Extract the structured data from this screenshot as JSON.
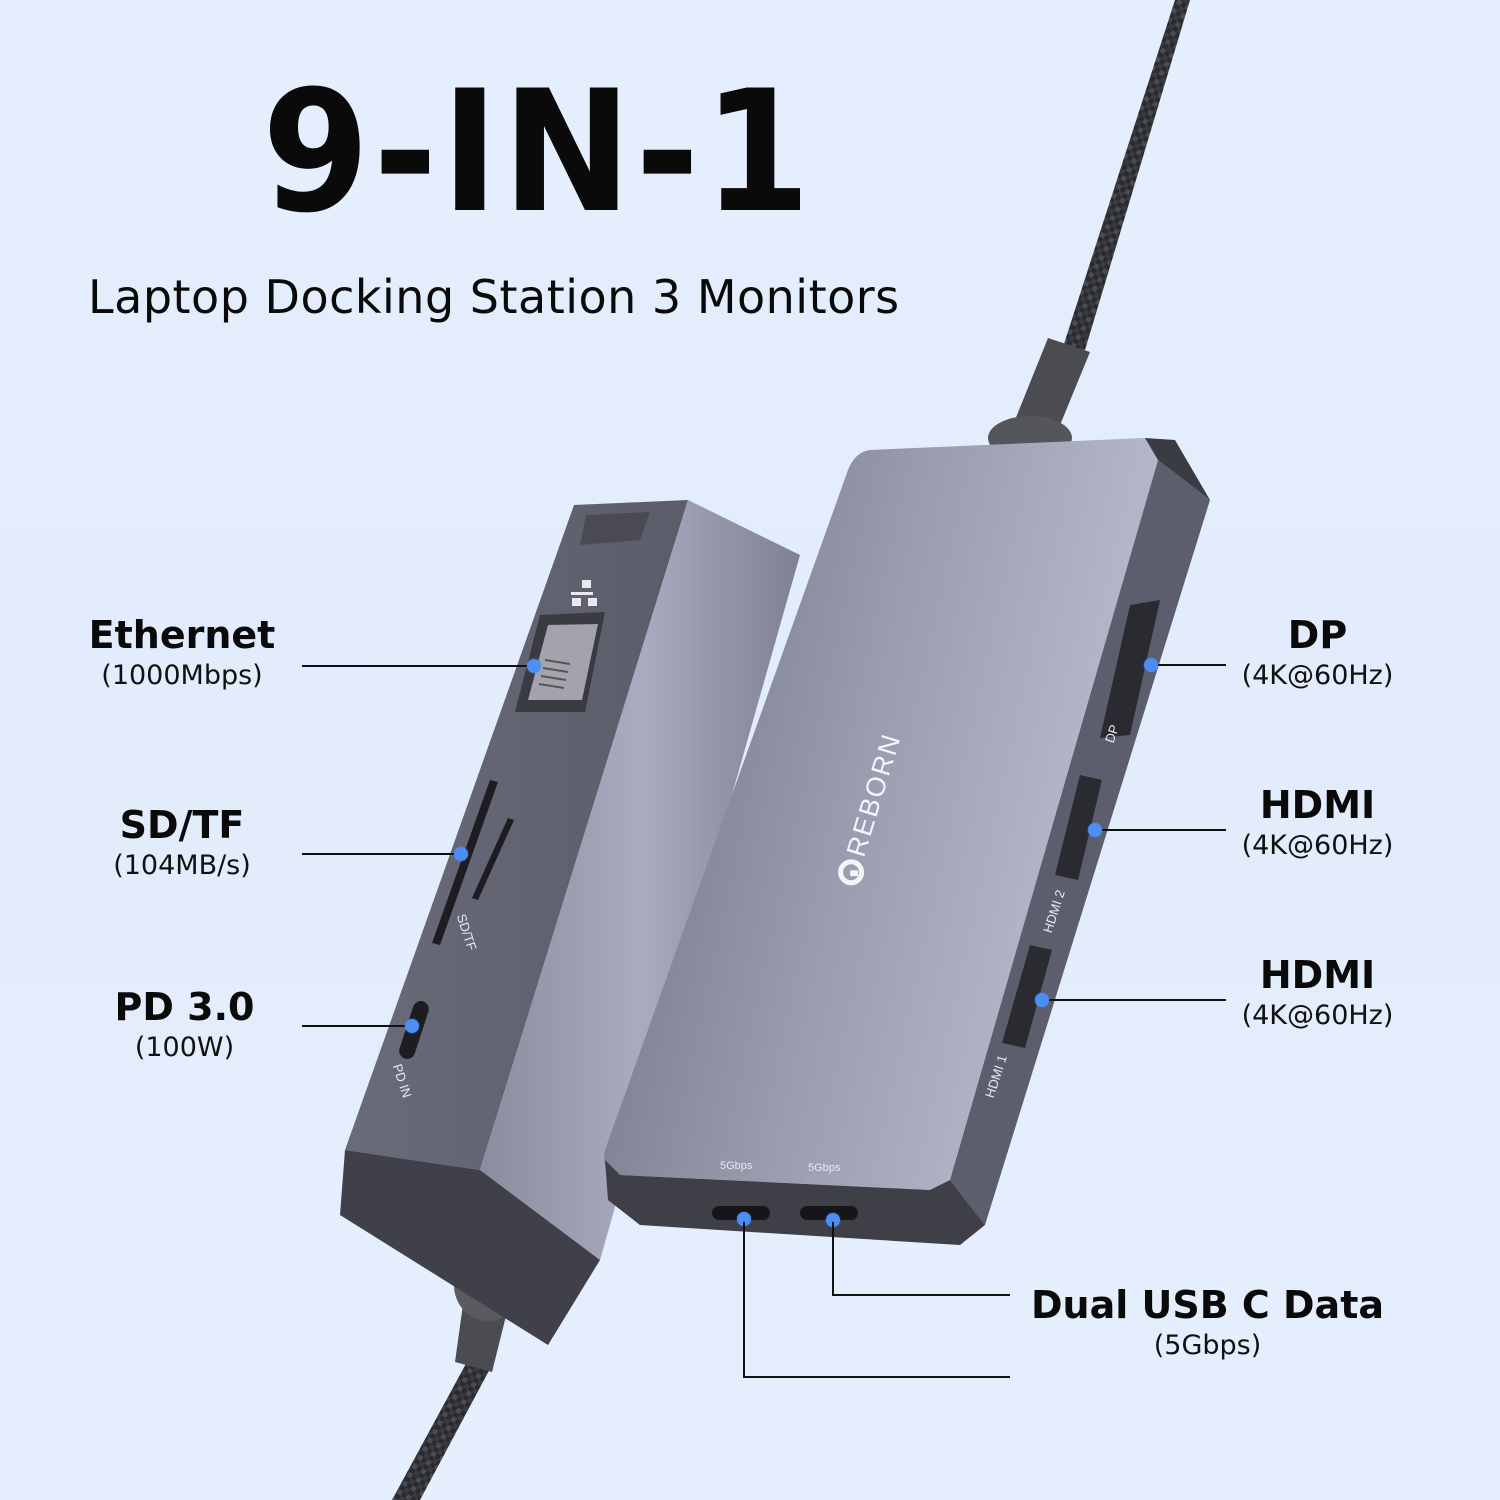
{
  "header": {
    "headline": "9-IN-1",
    "subtitle": "Laptop Docking Station 3 Monitors"
  },
  "product": {
    "brand": "REBORN",
    "port_labels": {
      "sd_tf": "SD/TF",
      "pd_in": "PD IN",
      "dp": "DP",
      "hdmi2": "HDMI 2",
      "hdmi1": "HDMI 1",
      "usbc_a": "5Gbps",
      "usbc_b": "5Gbps"
    },
    "colors": {
      "body_light": "#a7a9bd",
      "body_dark": "#6f7081",
      "edge": "#4a4b57",
      "cable": "#2b2c30",
      "accent_dot": "#4d8ef5",
      "background": "#e4eefd"
    }
  },
  "callouts": {
    "left": [
      {
        "name": "Ethernet",
        "spec": "(1000Mbps)"
      },
      {
        "name": "SD/TF",
        "spec": "(104MB/s)"
      },
      {
        "name": "PD 3.0",
        "spec": "(100W)"
      }
    ],
    "right": [
      {
        "name": "DP",
        "spec": "(4K@60Hz)"
      },
      {
        "name": "HDMI",
        "spec": "(4K@60Hz)"
      },
      {
        "name": "HDMI",
        "spec": "(4K@60Hz)"
      }
    ],
    "bottom": {
      "name": "Dual USB C Data",
      "spec": "(5Gbps)"
    }
  }
}
